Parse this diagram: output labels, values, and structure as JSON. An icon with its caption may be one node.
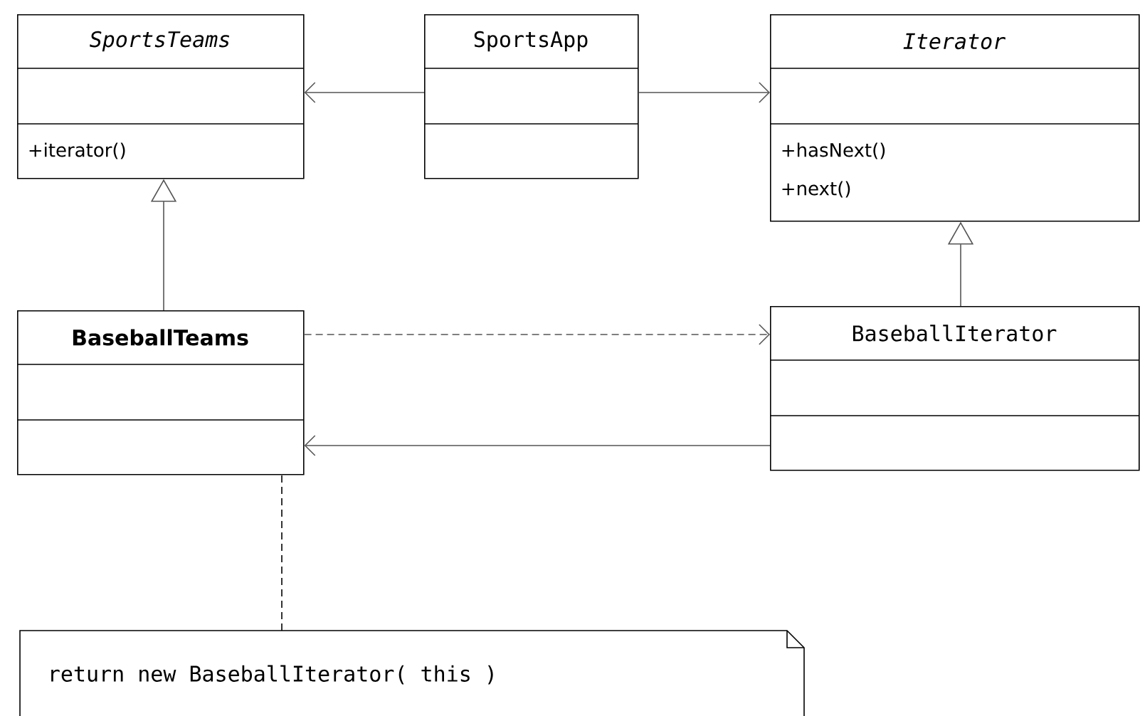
{
  "diagram": {
    "nodes": [
      {
        "text": [
          "SportsTeams",
          "+iterator()"
        ]
      },
      {
        "text": [
          "SportsApp"
        ]
      },
      {
        "text": [
          "Iterator",
          "+hasNext()",
          "+next()"
        ]
      },
      {
        "text": [
          "BaseballTeams"
        ]
      },
      {
        "text": [
          "BaseballIterator"
        ]
      },
      {
        "text": [
          "return new BaseballIterator( this )"
        ]
      }
    ],
    "edges": [
      {
        "from": 1,
        "to": 0,
        "arrow": "to"
      },
      {
        "from": 1,
        "to": 2,
        "arrow": "to"
      },
      {
        "from": 3,
        "to": 0,
        "arrow": "to"
      },
      {
        "from": 4,
        "to": 2,
        "arrow": "to"
      },
      {
        "from": 3,
        "to": 4,
        "arrow": "to",
        "style": "dashed"
      },
      {
        "from": 4,
        "to": 3,
        "arrow": "to"
      },
      {
        "from": 5,
        "to": 3,
        "arrow": "none",
        "style": "dashed",
        "color": "#000000"
      }
    ]
  }
}
